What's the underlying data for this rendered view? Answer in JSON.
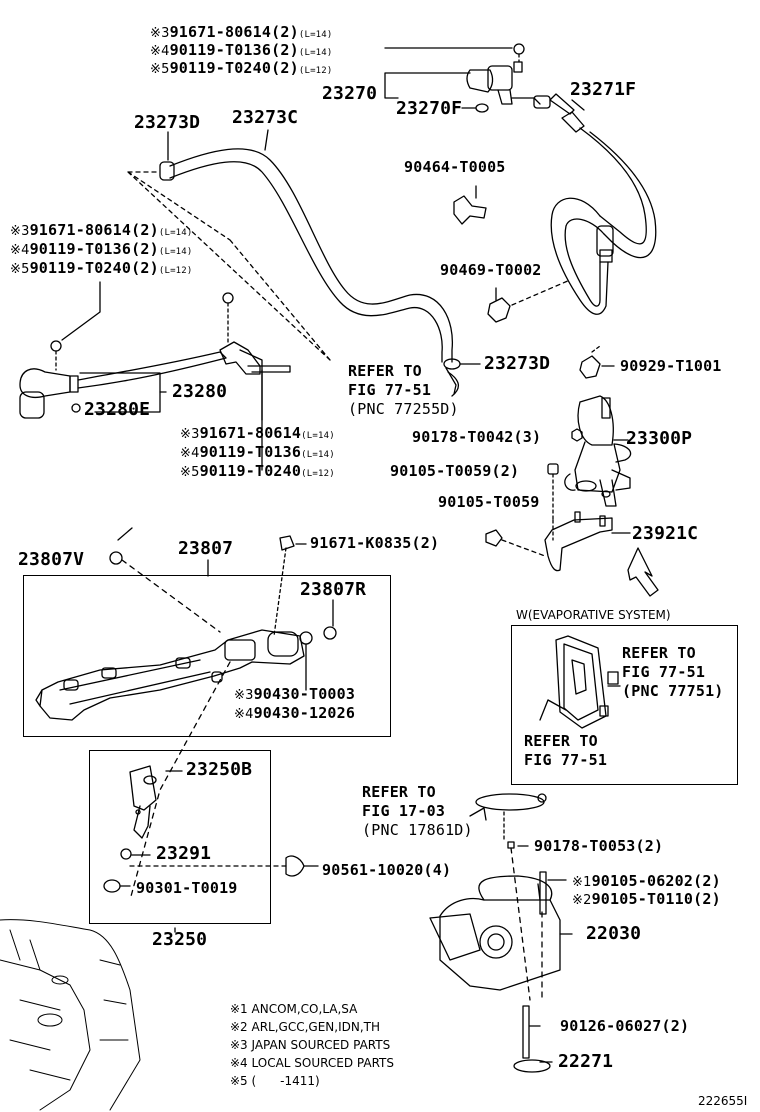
{
  "diagram_id": "222655I",
  "labels": {
    "grp1": [
      {
        "mark": "※3",
        "num": "91671-80614",
        "qty": "(2)",
        "note": "(L=14)"
      },
      {
        "mark": "※4",
        "num": "90119-T0136",
        "qty": "(2)",
        "note": "(L=14)"
      },
      {
        "mark": "※5",
        "num": "90119-T0240",
        "qty": "(2)",
        "note": "(L=12)"
      }
    ],
    "p23270": "23270",
    "p23270f": "23270F",
    "p23271f": "23271F",
    "p23273d_top": "23273D",
    "p23273c": "23273C",
    "p90464": "90464-T0005",
    "grp2": [
      {
        "mark": "※3",
        "num": "91671-80614",
        "qty": "(2)",
        "note": "(L=14)"
      },
      {
        "mark": "※4",
        "num": "90119-T0136",
        "qty": "(2)",
        "note": "(L=14)"
      },
      {
        "mark": "※5",
        "num": "90119-T0240",
        "qty": "(2)",
        "note": "(L=12)"
      }
    ],
    "p90469": "90469-T0002",
    "refer1": [
      "REFER TO",
      "FIG 77-51",
      "(PNC 77255D)"
    ],
    "p23273d_mid": "23273D",
    "p90929": "90929-T1001",
    "p23280": "23280",
    "p23280e": "23280E",
    "grp3": [
      {
        "mark": "※3",
        "num": "91671-80614",
        "note": "(L=14)"
      },
      {
        "mark": "※4",
        "num": "90119-T0136",
        "note": "(L=14)"
      },
      {
        "mark": "※5",
        "num": "90119-T0240",
        "note": "(L=12)"
      }
    ],
    "p90178a": "90178-T0042(3)",
    "p23300p": "23300P",
    "p90105a": "90105-T0059(2)",
    "p90105b": "90105-T0059",
    "p23921c": "23921C",
    "p23807v": "23807V",
    "p23807": "23807",
    "p91671k": "91671-K0835(2)",
    "p23807r": "23807R",
    "grp4": [
      {
        "mark": "※3",
        "num": "90430-T0003"
      },
      {
        "mark": "※4",
        "num": "90430-12026"
      }
    ],
    "evap_title": "W(EVAPORATIVE SYSTEM)",
    "refer2": [
      "REFER TO",
      "FIG 77-51",
      "(PNC 77751)"
    ],
    "refer3": [
      "REFER TO",
      "FIG 77-51"
    ],
    "p23250b": "23250B",
    "p23291": "23291",
    "p90301": "90301-T0019",
    "p90561": "90561-10020(4)",
    "p23250": "23250",
    "refer4": [
      "REFER TO",
      "FIG 17-03",
      "(PNC 17861D)"
    ],
    "p90178b": "90178-T0053(2)",
    "grp5": [
      {
        "mark": "※1",
        "num": "90105-06202(2)"
      },
      {
        "mark": "※2",
        "num": "90105-T0110(2)"
      }
    ],
    "p22030": "22030",
    "p90126": "90126-06027(2)",
    "p22271": "22271"
  },
  "notes": [
    "※1 ANCOM,CO,LA,SA",
    "※2 ARL,GCC,GEN,IDN,TH",
    "※3 JAPAN SOURCED PARTS",
    "※4 LOCAL SOURCED PARTS",
    "※5 (　　-1411)"
  ]
}
